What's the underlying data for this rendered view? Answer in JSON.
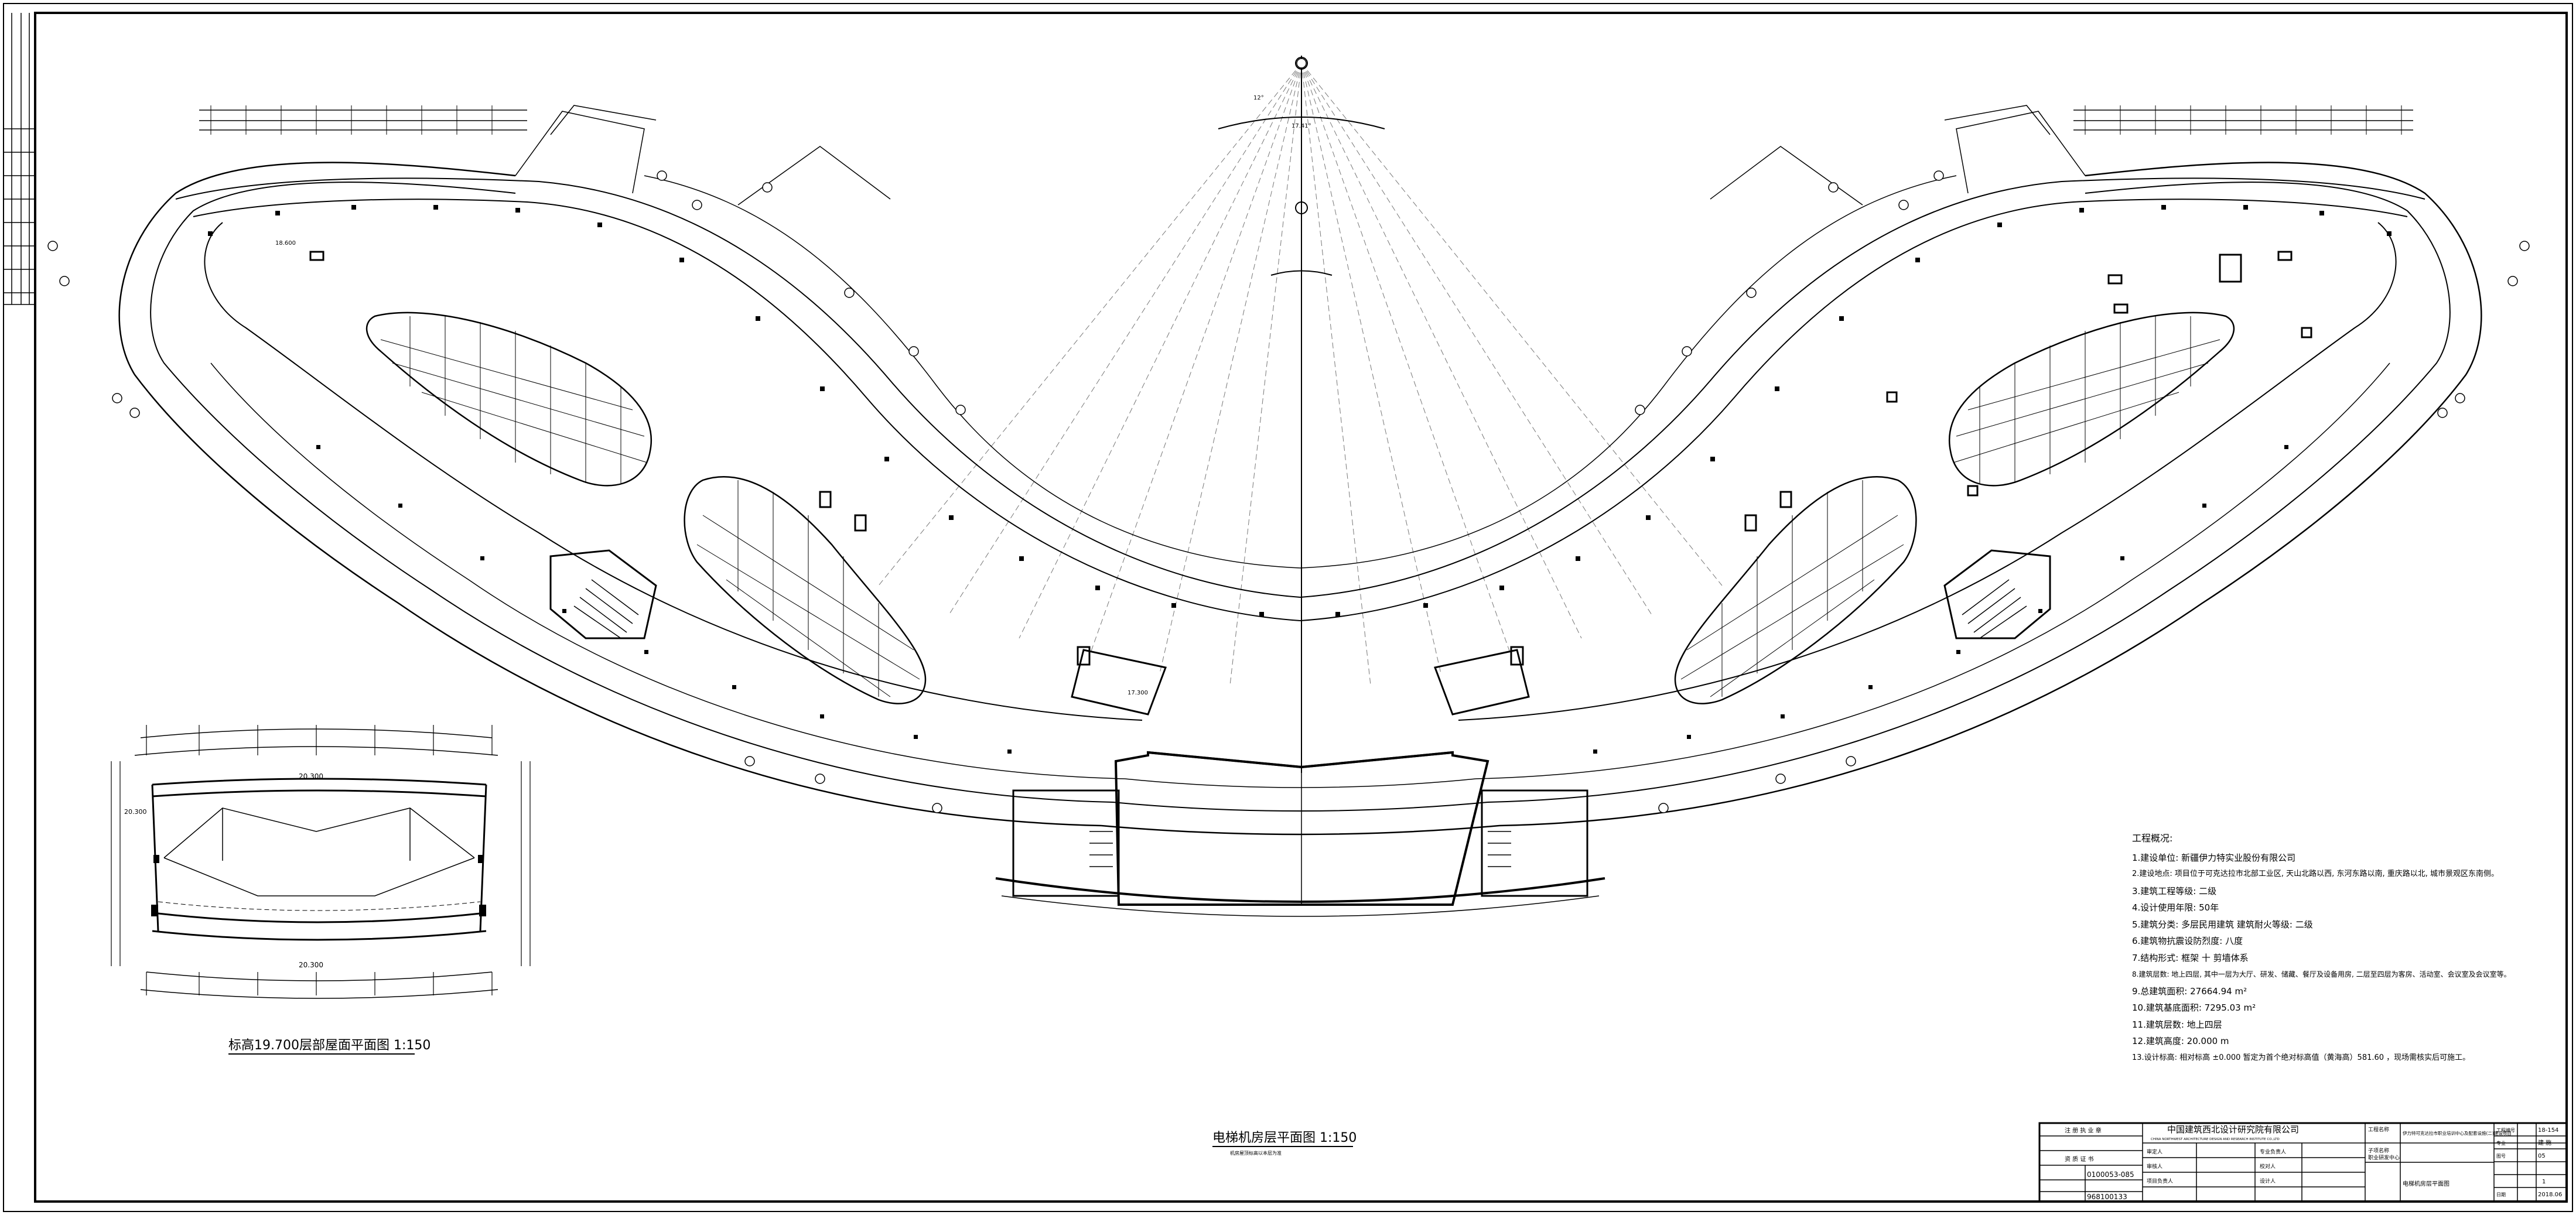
{
  "drawing": {
    "main_title": "电梯机房层平面图 1:150",
    "sub_title": "标高19.700层部屋面平面图 1:150",
    "main_note": "机房屋顶标高以本层为准",
    "angles": [
      "12°",
      "17.41°"
    ],
    "levels": [
      "18.600",
      "17.300",
      "20.300",
      "20.300",
      "20.300"
    ]
  },
  "notes": {
    "heading": "工程概况:",
    "items": [
      "1.建设单位: 新疆伊力特实业股份有限公司",
      "2.建设地点: 项目位于可克达拉市北部工业区, 天山北路以西, 东河东路以南, 重庆路以北, 城市景观区东南侧。",
      "3.建筑工程等级: 二级",
      "4.设计使用年限: 50年",
      "5.建筑分类: 多层民用建筑    建筑耐火等级: 二级",
      "6.建筑物抗震设防烈度: 八度",
      "7.结构形式: 框架 十 剪墙体系",
      "8.建筑层数: 地上四层, 其中一层为大厅、研发、储藏、餐厅及设备用房, 二层至四层为客房、活动室、会议室及会议室等。",
      "9.总建筑面积: 27664.94 m²",
      "10.建筑基底面积: 7295.03 m²",
      "11.建筑层数: 地上四层",
      "12.建筑高度: 20.000 m",
      "13.设计标高: 相对标高 ±0.000  暂定为首个绝对标高值（黄海高）581.60 ，现场需核实后可施工。"
    ]
  },
  "title_block": {
    "company": "中国建筑西北设计研究院有限公司",
    "company_en": "CHINA NORTHWEST ARCHITECTURE DESIGN AND RESEARCH INSTITUTE CO.,LTD",
    "seal_heading": "注 册 执 业 章",
    "cert_heading": "资 质 证 书",
    "cert_no": "0100053-085",
    "cert_no2": "968100133",
    "labels": [
      "审定人",
      "审核人",
      "项目负责人",
      "专业负责人",
      "校对人",
      "设计人"
    ],
    "project_label": "工程名称",
    "project_name": "伊力特可克达拉市职业培训中心及配套设施(二)建设项目",
    "sub_project_label": "子项名称",
    "sub_project_name": "职业研发中心",
    "sheet_title": "电梯机房层平面图",
    "project_no_label": "工程编号",
    "project_no": "18-154",
    "discipline_label": "专业",
    "discipline": "建 施",
    "sheet_no_label": "图号",
    "sheet_no": "05",
    "version": "1",
    "date_label": "日期",
    "date": "2018.06"
  }
}
